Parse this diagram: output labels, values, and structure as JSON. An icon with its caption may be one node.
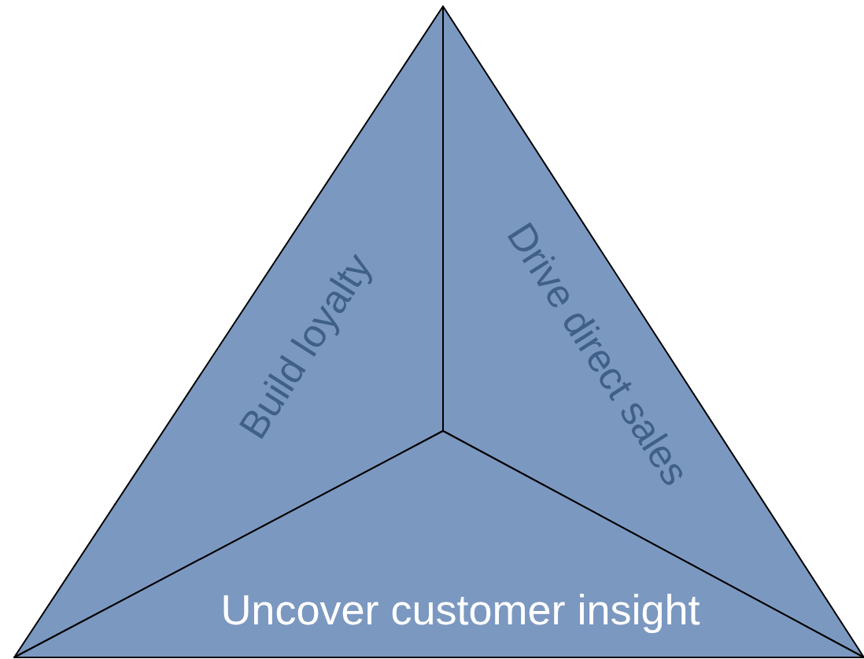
{
  "diagram": {
    "nodes": [
      {
        "text": [
          "Build loyalty"
        ]
      },
      {
        "text": [
          "Drive direct sales"
        ]
      },
      {
        "text": [
          "Uncover customer insight"
        ]
      }
    ]
  }
}
